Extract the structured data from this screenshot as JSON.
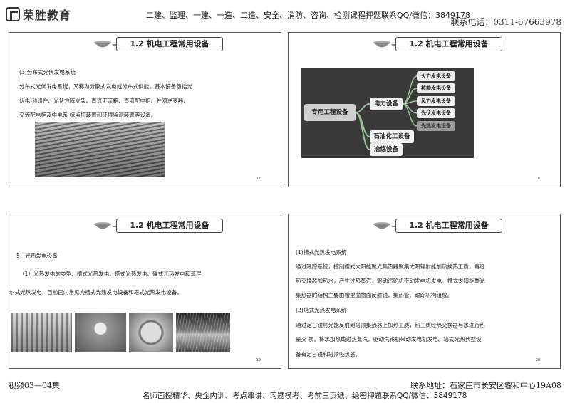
{
  "header": {
    "logo_text": "荣胜教育",
    "banner": "二建、监理、一建、一造、二造、安全、消防、咨询、检测课程押题联系QQ/微信：3849178",
    "phone": "联系电话：0311-67663978"
  },
  "slides": [
    {
      "title": "1.2 机电工程常用设备",
      "lines": [
        "(3)分布式光伏发电系统",
        "分布式光伏发电系统，又称为分散式发电或分布式供能，基本设备包括光",
        "伏电 池组件、光伏方阵支架、直流汇流箱、直流配电柜、并网逆变器、",
        "交流配电柜及供电系 统监控装置和环境监测装置等设备。"
      ],
      "page": "17"
    },
    {
      "title": "1.2 机电工程常用设备",
      "mindmap": {
        "root": "专用工程设备",
        "branches": [
          "电力设备",
          "石油化工设备",
          "冶炼设备"
        ],
        "leaves": [
          "火力发电设备",
          "核能发电设备",
          "风力发电设备",
          "光伏发电设备",
          "光热发电设备"
        ]
      },
      "page": "18"
    },
    {
      "title": "1.2 机电工程常用设备",
      "lines": [
        "5）光热发电设备",
        "（1）光热发电的类型：槽式光热发电、塔式光热发电、碟式光热发电和菲涅",
        "尔式光热发电，目前国内常见为槽式光热发电设备和塔式光热发电设备。"
      ],
      "page": "19"
    },
    {
      "title": "1.2 机电工程常用设备",
      "lines": [
        "(1)槽式光热发电系统",
        "通过跟踪系统，控制槽式太阳能聚光集热器聚集太阳辐射能加热换热工质，再经",
        "热交换器加热水，产生过热蒸汽，驱动汽轮机带动发电机发电。槽式太阳能聚光",
        "集热器的结构主要由槽型抛物面反射镜、集热管、跟踪机构组成。",
        "(2)塔式光热发电系统",
        "通过定日镜将光能反射到塔顶集热器上加热工质，热工质经热交换器与水进行热",
        "量交 换，将水加热成过热蒸汽，驱动汽轮机带动发电机发电。塔式光热典型设",
        "备有定日镜和塔顶吸热器。"
      ],
      "page": "20"
    }
  ],
  "footer": {
    "left": "视频03—04集",
    "right": "联系地址：石家庄市长安区睿和中心19A08",
    "banner": "名师面授精华、央企内训、考点串讲、习题模考、考前三页纸、绝密押题联系QQ/微信：3849178"
  }
}
